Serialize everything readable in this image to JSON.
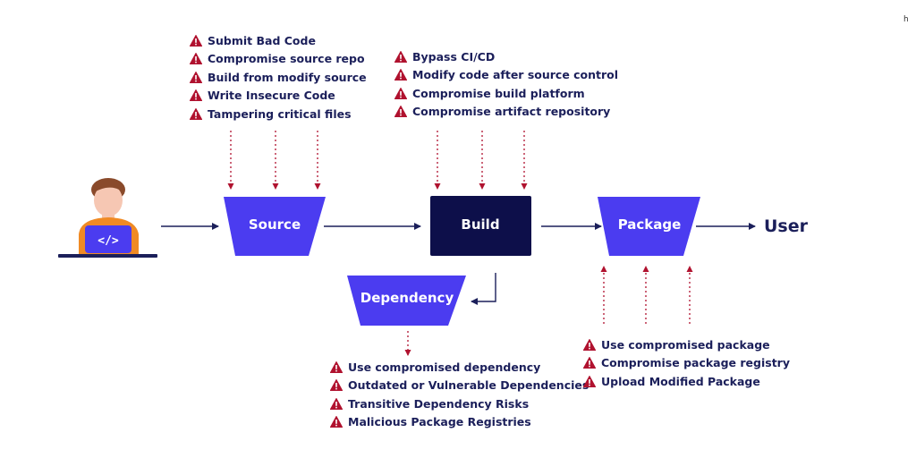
{
  "corner_text": "h",
  "stages": {
    "source": "Source",
    "build": "Build",
    "package": "Package",
    "dependency": "Dependency",
    "user": "User"
  },
  "developer": {
    "laptop_code_icon": "code-brackets-icon"
  },
  "risks": {
    "source": [
      "Submit Bad Code",
      "Compromise source repo",
      "Build from modify source",
      "Write Insecure Code",
      "Tampering critical files"
    ],
    "build": [
      "Bypass CI/CD",
      "Modify code after source control",
      "Compromise build platform",
      "Compromise artifact repository"
    ],
    "dependency": [
      "Use compromised dependency",
      "Outdated or Vulnerable Dependencies",
      "Transitive Dependency Risks",
      "Malicious Package Registries"
    ],
    "package": [
      "Use compromised package",
      "Compromise package registry",
      "Upload Modified Package"
    ]
  },
  "colors": {
    "stage_blue": "#4b3cf0",
    "build_navy": "#0d0f4a",
    "text_navy": "#1b1f5a",
    "warning_red": "#b0122f",
    "arrow_navy": "#1b1f5a",
    "person_orange": "#f08a24",
    "person_hair": "#8a4a2b",
    "person_skin": "#f6c7b3"
  }
}
